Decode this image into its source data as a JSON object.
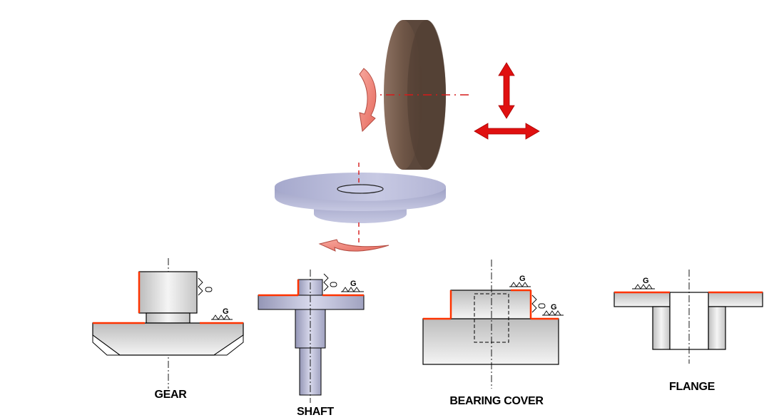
{
  "labels": {
    "gear": "GEAR",
    "shaft": "SHAFT",
    "bearing_cover": "BEARING COVER",
    "flange": "FLANGE"
  },
  "symbols": {
    "grinding": "G"
  },
  "colors": {
    "wheel_face": "#7a6152",
    "wheel_rim": "#5f4a3e",
    "table": "#b8bad8",
    "arrow_red": "#e01010",
    "rotation_arrow": "#f08a80",
    "ground_surface": "#ff3300",
    "part_fill": "#d9d9d9"
  }
}
